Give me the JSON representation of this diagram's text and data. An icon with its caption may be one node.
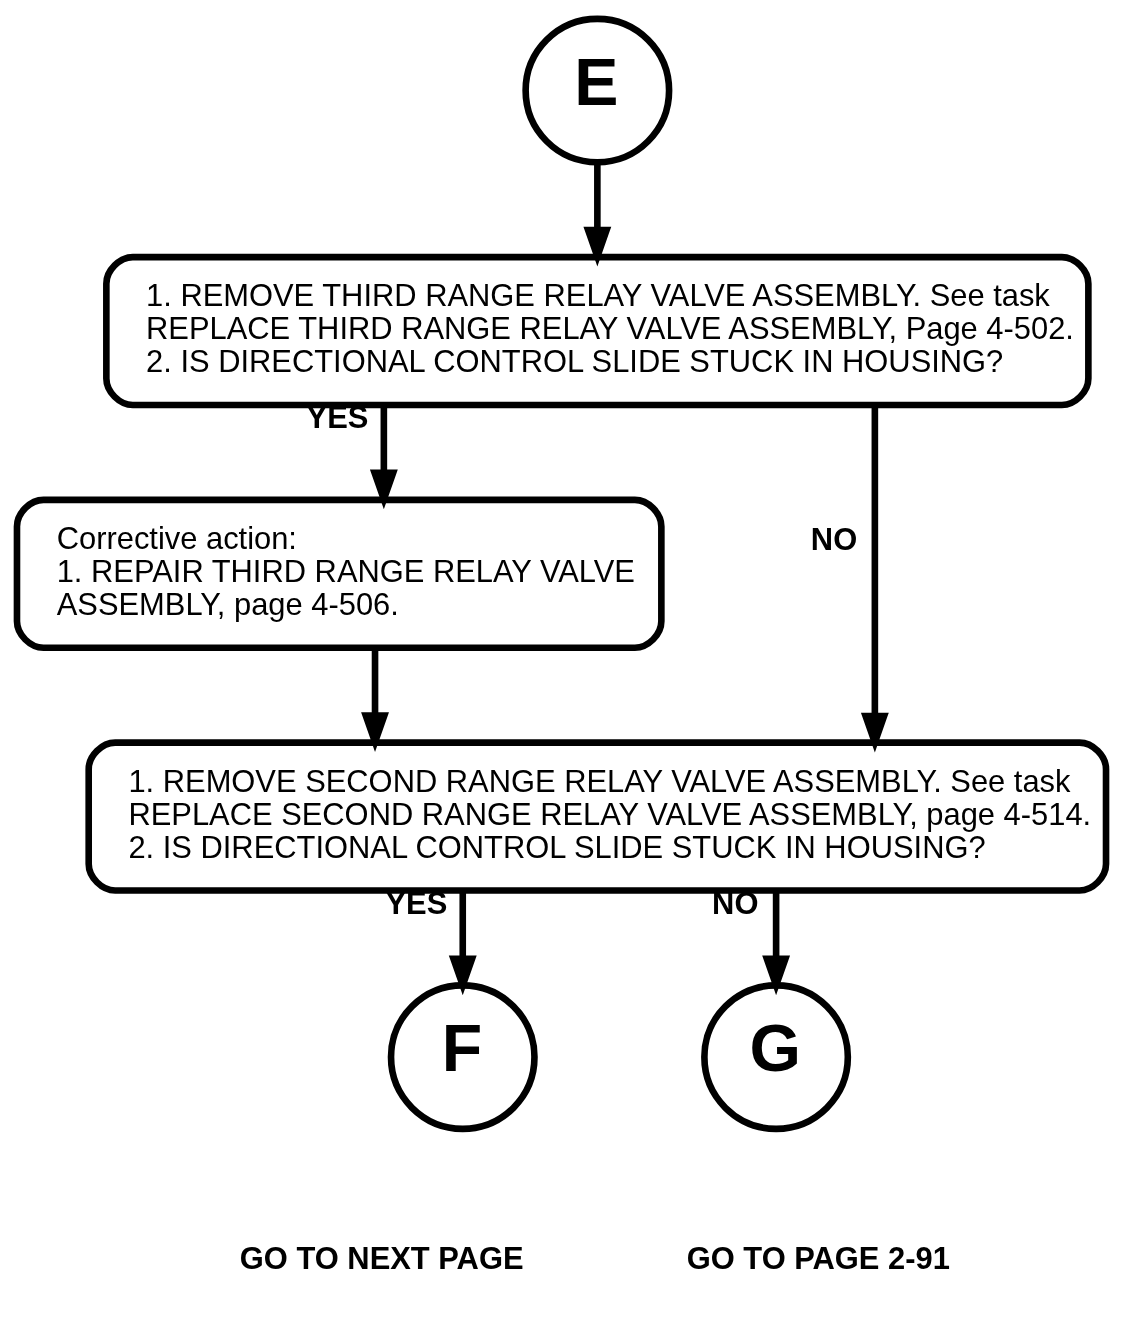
{
  "diagram": {
    "nodes": [
      {
        "text": [
          "E"
        ]
      },
      {
        "text": [
          "1. REMOVE THIRD RANGE RELAY VALVE ASSEMBLY. See task REPLACE THIRD RANGE RELAY VALVE ASSEMBLY, Page 4-502.",
          "2. IS DIRECTIONAL CONTROL SLIDE STUCK IN HOUSING?"
        ]
      },
      {
        "text": [
          "Corrective action:",
          "1. REPAIR THIRD RANGE RELAY VALVE ASSEMBLY, page 4-506."
        ]
      },
      {
        "text": [
          "1. REMOVE SECOND RANGE RELAY VALVE ASSEMBLY. See task REPLACE SECOND RANGE RELAY VALVE ASSEMBLY, page 4-514.",
          "2. IS DIRECTIONAL CONTROL SLIDE STUCK IN HOUSING?"
        ]
      },
      {
        "text": [
          "F"
        ],
        "beside": [
          "GO TO NEXT PAGE"
        ]
      },
      {
        "text": [
          "G"
        ],
        "beside": [
          "GO TO PAGE 2-91"
        ]
      }
    ],
    "edges": [
      {
        "from": 0,
        "to": 1,
        "arrow": "to"
      },
      {
        "from": 1,
        "to": 2,
        "label": "YES",
        "arrow": "to"
      },
      {
        "from": 1,
        "to": 3,
        "label": "NO",
        "arrow": "to"
      },
      {
        "from": 2,
        "to": 3,
        "arrow": "to"
      },
      {
        "from": 3,
        "to": 4,
        "label": "YES",
        "arrow": "to"
      },
      {
        "from": 3,
        "to": 5,
        "label": "NO",
        "arrow": "to"
      }
    ]
  }
}
